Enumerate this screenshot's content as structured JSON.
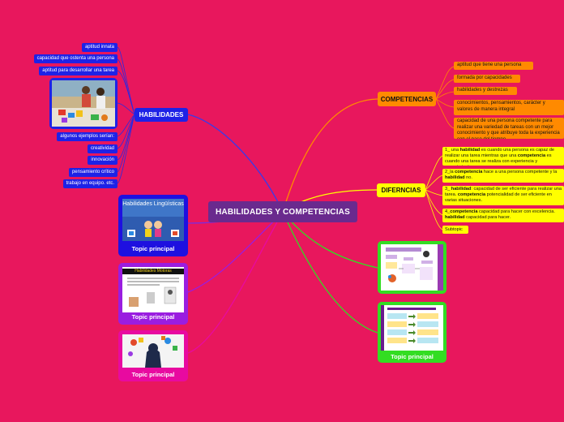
{
  "central": "HABILIDADES Y COMPETENCIAS",
  "habilidades": {
    "title": "HABILIDADES",
    "items_top": [
      "aptitud innata",
      "capacidad que ostenta una persona",
      "aptitud para desarrollar una tarea"
    ],
    "items_bottom": [
      "algunos ejemplos serían:",
      "creatividad",
      "innovación",
      "pensamiento crítico",
      "trabajo en equipo. etc."
    ]
  },
  "competencias": {
    "title": "COMPETENCIAS",
    "items": [
      "aptitud que tiene una persona",
      "formada por capacidades",
      "habilidades y destrezas",
      "conocimientos, pensamientos, carácter y valores de manera integral",
      "capacidad de una persona competente para realizar una variedad de tareas con un mejor conocimiento y que atribuye toda la experiencia con el paso del tiempo."
    ]
  },
  "diferencias": {
    "title": "DIFERNCIAS",
    "items": [
      {
        "pre": "1_ una ",
        "b1": "habilidad",
        "mid": " es cuando una persona es capaz de realizar una tarea mientras que una ",
        "b2": "competencia",
        "post": " es cuando una tarea se realiza con experiencia y conocimiento."
      },
      {
        "pre": "2_la ",
        "b1": "competencia",
        "mid": " hace a una persona competente y la ",
        "b2": "habilidad",
        "post": " no."
      },
      {
        "pre": "3_ ",
        "b1": "habilidad",
        "mid": ": capacidad de ser eficiente para realizar una tarea. ",
        "b2": "competencia",
        "post": " potencialidad de ser eficiente en varias situaciones."
      },
      {
        "pre": "4_",
        "b1": "competencia",
        "mid": " capacidad para hacer con excelencia. ",
        "b2": "habilidad",
        "post": " capacidad para hacer."
      }
    ],
    "subtopic": "Subtopic"
  },
  "topics": {
    "linguisticas_title": "Habilidades Lingüísticas",
    "motoras_title": "Habilidades Motoras",
    "label": "Topic principal"
  },
  "colors": {
    "background": "#e8175d",
    "central": "#6a2a8e",
    "habilidades": "#1e22e6",
    "competencias": "#ff8a00",
    "diferencias": "#ffff00",
    "green": "#33dd22",
    "purple": "#9a1de0",
    "magenta": "#e80aa0"
  }
}
